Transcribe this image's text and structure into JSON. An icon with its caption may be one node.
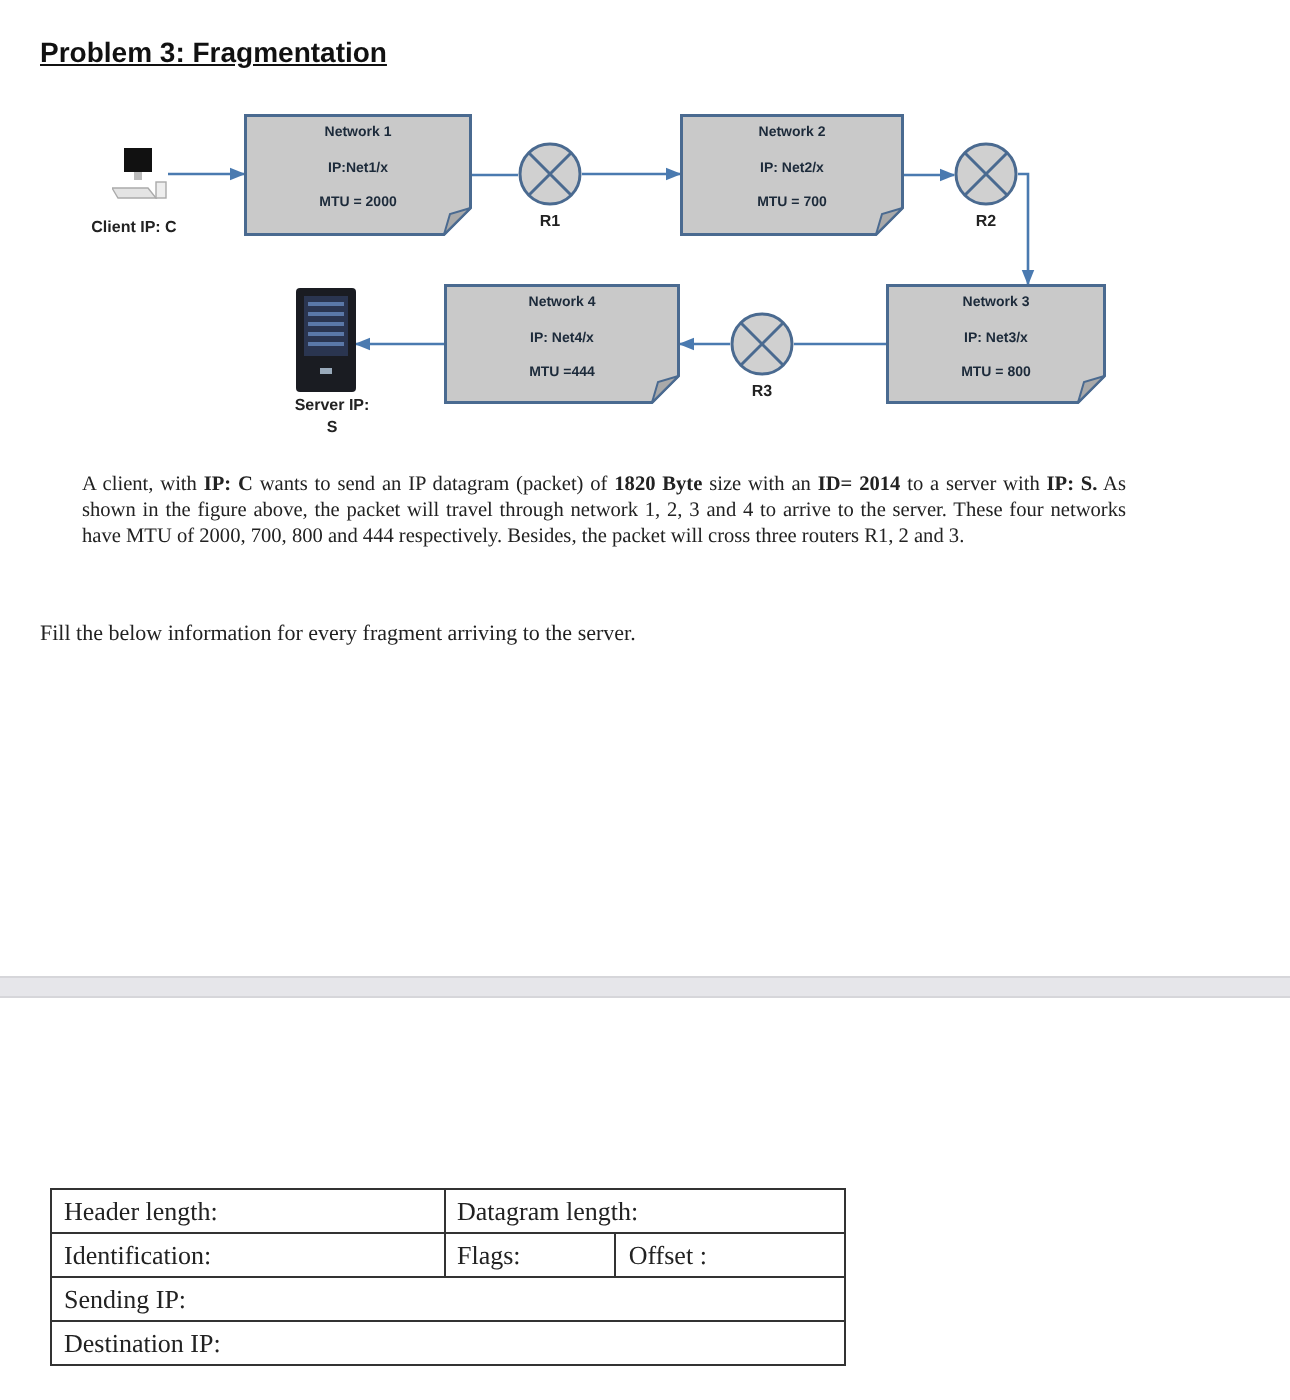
{
  "diagram": {
    "title": "Problem 3: Fragmentation",
    "nodes": [
      {
        "text": [
          "Client IP: C"
        ]
      },
      {
        "text": [
          "Network 1",
          "IP:Net1/x",
          "MTU = 2000"
        ]
      },
      {
        "text": [
          "R1"
        ]
      },
      {
        "text": [
          "Network 2",
          "IP: Net2/x",
          "MTU = 700"
        ]
      },
      {
        "text": [
          "R2"
        ]
      },
      {
        "text": [
          "Network 3",
          "IP: Net3/x",
          "MTU = 800"
        ]
      },
      {
        "text": [
          "R3"
        ]
      },
      {
        "text": [
          "Network 4",
          "IP: Net4/x",
          "MTU =444"
        ]
      },
      {
        "text": [
          "Server IP: S"
        ]
      }
    ],
    "edges": [
      {
        "from": 0,
        "to": 1,
        "arrow": "to"
      },
      {
        "from": 1,
        "to": 2,
        "arrow": "none"
      },
      {
        "from": 2,
        "to": 3,
        "arrow": "to"
      },
      {
        "from": 3,
        "to": 4,
        "arrow": "to"
      },
      {
        "from": 4,
        "to": 5,
        "arrow": "to"
      },
      {
        "from": 5,
        "to": 6,
        "arrow": "none"
      },
      {
        "from": 6,
        "to": 7,
        "arrow": "to"
      },
      {
        "from": 7,
        "to": 8,
        "arrow": "to"
      }
    ],
    "labels": [
      "A client, with **IP: C** wants to send an IP datagram (packet) of **1820 Byte** size with an **ID= 2014** to a server with **IP: S.** As shown in the figure above, the packet will travel through network 1, 2, 3 and 4 to arrive to the server. These four networks have MTU of 2000, 700, 800 and 444 respectively. Besides, the packet will cross three routers R1, 2 and 3.",
      "Fill the below information for every fragment arriving to the server.",
      "Header length:",
      "Datagram length:",
      "Identification:",
      "Flags:",
      "Offset :",
      "Sending IP:",
      "Destination IP:"
    ]
  }
}
